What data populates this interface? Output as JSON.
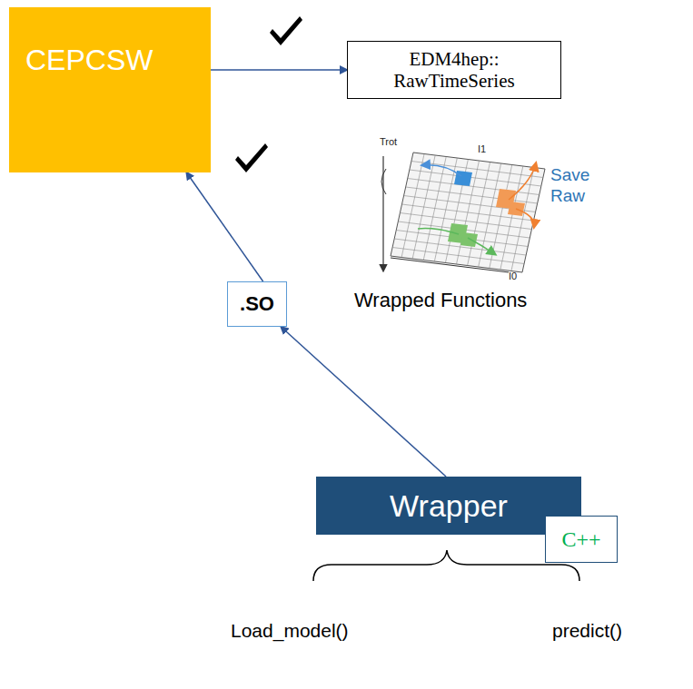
{
  "diagram": {
    "nodes": [
      {
        "text": [
          "CEPCSW"
        ]
      },
      {
        "text": [
          "EDM4hep:: RawTimeSeries"
        ]
      },
      {
        "text": [
          ".SO"
        ]
      },
      {
        "text": [
          "Wrapper"
        ]
      },
      {
        "text": [
          "C++"
        ]
      }
    ],
    "edges": [
      {
        "from": 0,
        "to": 1,
        "arrow": "to"
      },
      {
        "from": 2,
        "to": 0,
        "arrow": "to"
      },
      {
        "from": 3,
        "to": 2,
        "arrow": "to"
      }
    ],
    "labels": [
      "Trot",
      "I1",
      "I0",
      "Save Raw",
      "Wrapped Functions",
      "Load_model()",
      "predict()"
    ]
  }
}
